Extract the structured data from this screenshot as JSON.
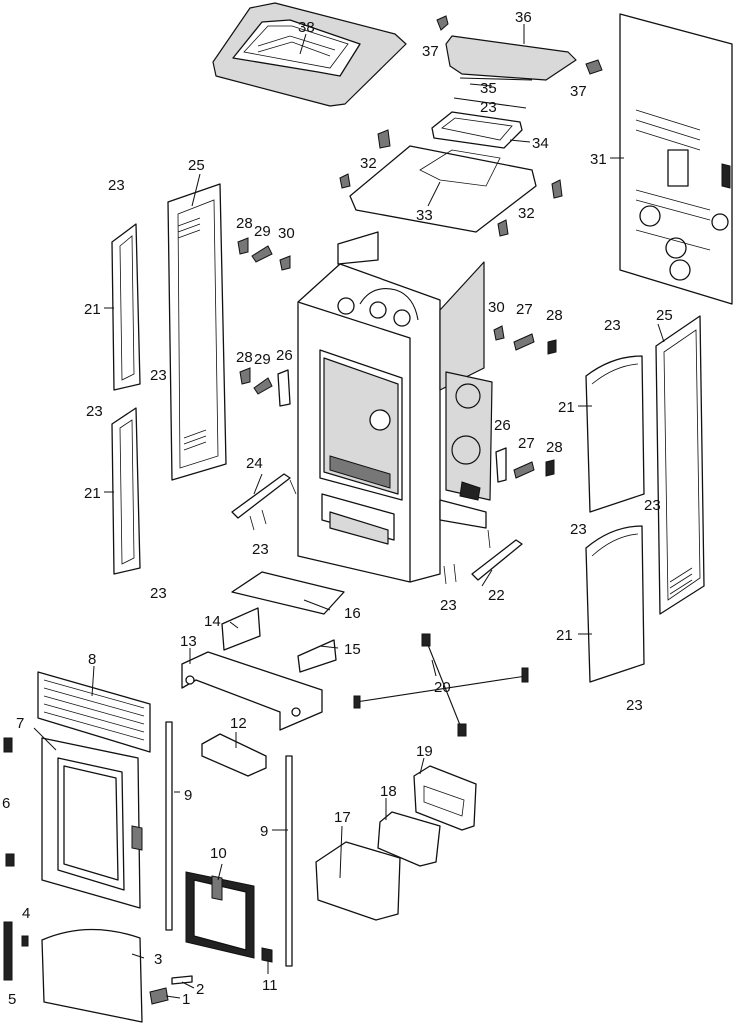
{
  "parts": [
    {
      "key": "p1",
      "label": "1"
    },
    {
      "key": "p2",
      "label": "2"
    },
    {
      "key": "p3",
      "label": "3"
    },
    {
      "key": "p4",
      "label": "4"
    },
    {
      "key": "p5",
      "label": "5"
    },
    {
      "key": "p6",
      "label": "6"
    },
    {
      "key": "p7",
      "label": "7"
    },
    {
      "key": "p8",
      "label": "8"
    },
    {
      "key": "p9a",
      "label": "9"
    },
    {
      "key": "p9b",
      "label": "9"
    },
    {
      "key": "p10",
      "label": "10"
    },
    {
      "key": "p11",
      "label": "11"
    },
    {
      "key": "p12",
      "label": "12"
    },
    {
      "key": "p13",
      "label": "13"
    },
    {
      "key": "p14",
      "label": "14"
    },
    {
      "key": "p15",
      "label": "15"
    },
    {
      "key": "p16",
      "label": "16"
    },
    {
      "key": "p17",
      "label": "17"
    },
    {
      "key": "p18",
      "label": "18"
    },
    {
      "key": "p19",
      "label": "19"
    },
    {
      "key": "p20",
      "label": "20"
    },
    {
      "key": "p21a",
      "label": "21"
    },
    {
      "key": "p21b",
      "label": "21"
    },
    {
      "key": "p21c",
      "label": "21"
    },
    {
      "key": "p21d",
      "label": "21"
    },
    {
      "key": "p22",
      "label": "22"
    },
    {
      "key": "p23a",
      "label": "23"
    },
    {
      "key": "p23b",
      "label": "23"
    },
    {
      "key": "p23c",
      "label": "23"
    },
    {
      "key": "p23d",
      "label": "23"
    },
    {
      "key": "p23e",
      "label": "23"
    },
    {
      "key": "p23f",
      "label": "23"
    },
    {
      "key": "p23g",
      "label": "23"
    },
    {
      "key": "p23h",
      "label": "23"
    },
    {
      "key": "p23i",
      "label": "23"
    },
    {
      "key": "p23j",
      "label": "23"
    },
    {
      "key": "p23k",
      "label": "23"
    },
    {
      "key": "p24",
      "label": "24"
    },
    {
      "key": "p25a",
      "label": "25"
    },
    {
      "key": "p25b",
      "label": "25"
    },
    {
      "key": "p26a",
      "label": "26"
    },
    {
      "key": "p26b",
      "label": "26"
    },
    {
      "key": "p27a",
      "label": "27"
    },
    {
      "key": "p27b",
      "label": "27"
    },
    {
      "key": "p28a",
      "label": "28"
    },
    {
      "key": "p28b",
      "label": "28"
    },
    {
      "key": "p28c",
      "label": "28"
    },
    {
      "key": "p28d",
      "label": "28"
    },
    {
      "key": "p29a",
      "label": "29"
    },
    {
      "key": "p29b",
      "label": "29"
    },
    {
      "key": "p30a",
      "label": "30"
    },
    {
      "key": "p30b",
      "label": "30"
    },
    {
      "key": "p31",
      "label": "31"
    },
    {
      "key": "p32a",
      "label": "32"
    },
    {
      "key": "p32b",
      "label": "32"
    },
    {
      "key": "p33",
      "label": "33"
    },
    {
      "key": "p34",
      "label": "34"
    },
    {
      "key": "p35",
      "label": "35"
    },
    {
      "key": "p36",
      "label": "36"
    },
    {
      "key": "p37a",
      "label": "37"
    },
    {
      "key": "p37b",
      "label": "37"
    },
    {
      "key": "p38",
      "label": "38"
    }
  ]
}
